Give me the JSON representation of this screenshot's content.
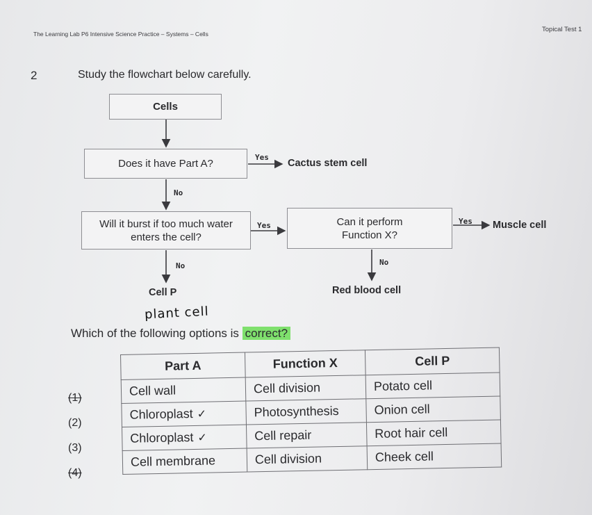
{
  "header": {
    "left": "The Learning Lab P6 Intensive Science Practice – Systems – Cells",
    "right": "Topical Test 1"
  },
  "question": {
    "number": "2",
    "text": "Study the flowchart below carefully.",
    "prompt": "Which of the following options is",
    "prompt_highlight": "correct?"
  },
  "flowchart": {
    "start": "Cells",
    "q1": "Does it have Part A?",
    "q1_yes_label": "Yes",
    "q1_yes_result": "Cactus stem cell",
    "q1_no_label": "No",
    "q2": "Will it burst if too much water enters the cell?",
    "q2_yes_label": "Yes",
    "q2_no_label": "No",
    "q2_no_result": "Cell P",
    "q3": "Can it perform Function X?",
    "q3_yes_label": "Yes",
    "q3_yes_result": "Muscle cell",
    "q3_no_label": "No",
    "q3_no_result": "Red blood cell"
  },
  "handwriting": "plant cell",
  "table": {
    "headers": [
      "Part A",
      "Function X",
      "Cell P"
    ],
    "rows": [
      {
        "option": "(1)",
        "part_a": "Cell wall",
        "function_x": "Cell division",
        "cell_p": "Potato cell",
        "tick": ""
      },
      {
        "option": "(2)",
        "part_a": "Chloroplast",
        "function_x": "Photosynthesis",
        "cell_p": "Onion cell",
        "tick": "✓"
      },
      {
        "option": "(3)",
        "part_a": "Chloroplast",
        "function_x": "Cell repair",
        "cell_p": "Root hair cell",
        "tick": "✓"
      },
      {
        "option": "(4)",
        "part_a": "Cell membrane",
        "function_x": "Cell division",
        "cell_p": "Cheek cell",
        "tick": ""
      }
    ]
  },
  "colors": {
    "highlight": "#7fe06d",
    "paper": "#eeeff0",
    "ink": "#2a2a2d"
  }
}
